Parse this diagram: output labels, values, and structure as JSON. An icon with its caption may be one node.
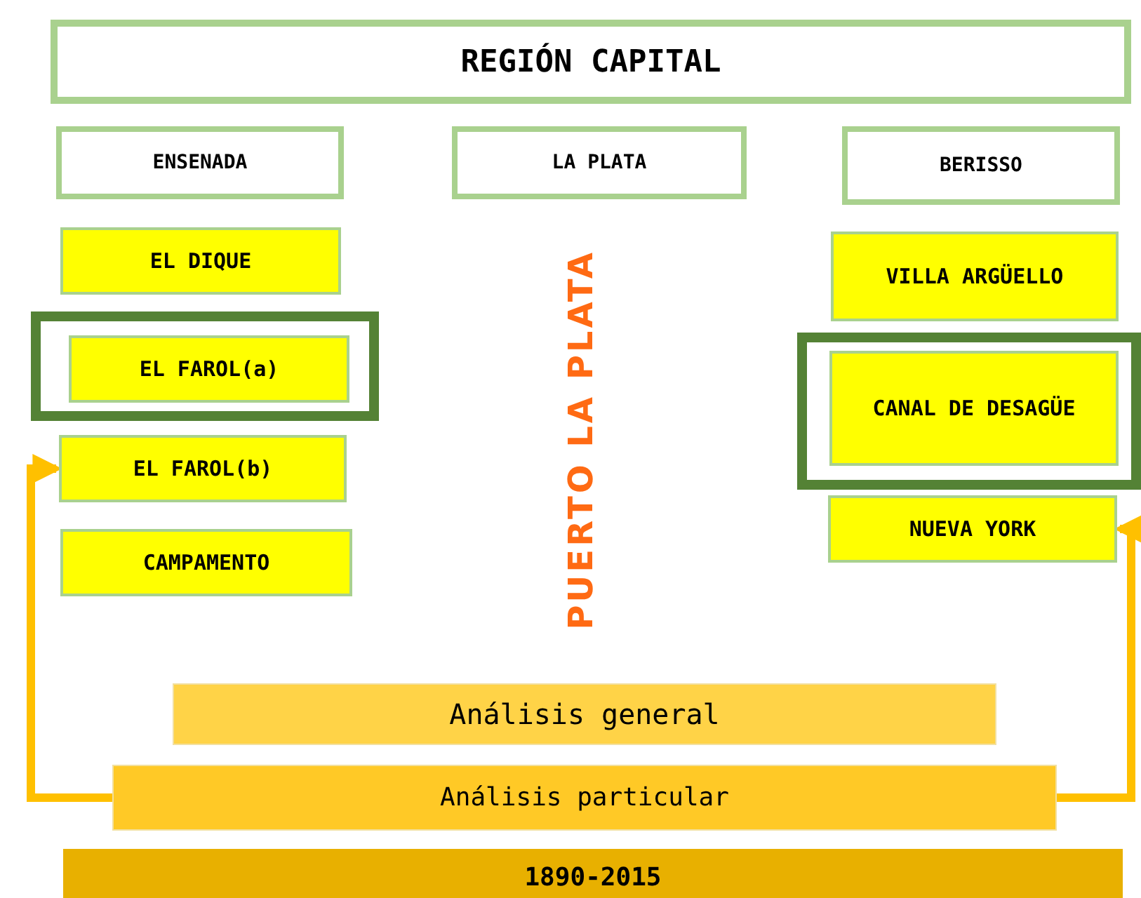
{
  "diagram": {
    "nodes": [
      {
        "text": [
          "REGIÓN CAPITAL"
        ]
      },
      {
        "text": [
          "ENSENADA"
        ]
      },
      {
        "text": [
          "LA PLATA"
        ]
      },
      {
        "text": [
          "BERISSO"
        ]
      },
      {
        "text": [
          "EL DIQUE"
        ]
      },
      {
        "text": [],
        "shape": "box"
      },
      {
        "text": [
          "EL FAROL(a)"
        ],
        "in": 5
      },
      {
        "text": [
          "EL FAROL(b)"
        ]
      },
      {
        "text": [
          "CAMPAMENTO"
        ]
      },
      {
        "text": [
          "VILLA ARGÜELLO"
        ]
      },
      {
        "text": [],
        "shape": "box"
      },
      {
        "text": [
          "CANAL DE DESAGÜE"
        ],
        "in": 10
      },
      {
        "text": [
          "NUEVA YORK"
        ]
      },
      {
        "text": [
          "Análisis general"
        ]
      },
      {
        "text": [
          "Análisis particular"
        ]
      },
      {
        "text": [
          "1890-2015"
        ]
      }
    ],
    "edges": [
      {
        "from": 14,
        "to": 7,
        "arrow": "to"
      },
      {
        "from": 14,
        "to": 12,
        "arrow": "to"
      }
    ],
    "labels": [
      "PUERTO LA PLATA"
    ]
  }
}
